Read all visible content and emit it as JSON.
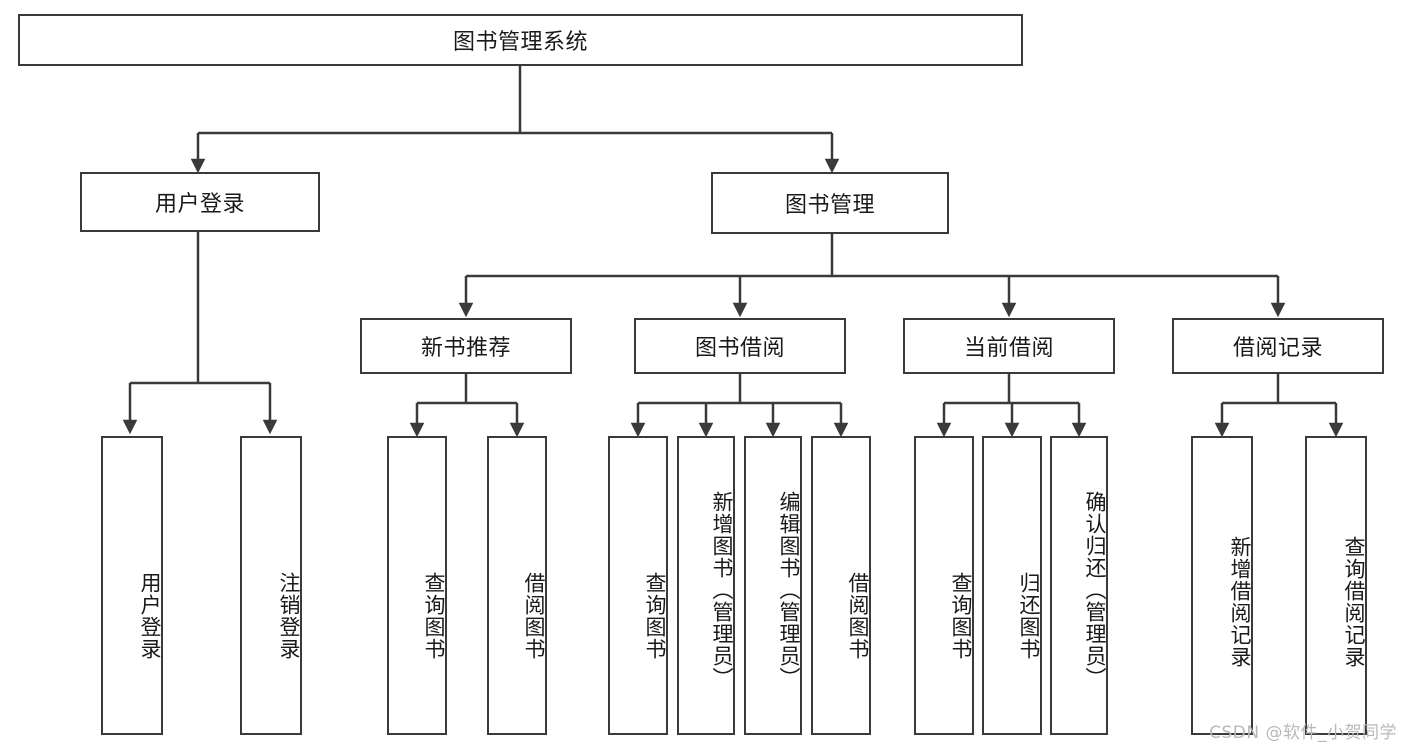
{
  "diagram": {
    "type": "tree-hierarchy",
    "title": "图书管理系统",
    "root": {
      "label": "图书管理系统"
    },
    "tier2": [
      {
        "id": "user-login",
        "label": "用户登录"
      },
      {
        "id": "book-management",
        "label": "图书管理"
      }
    ],
    "tier3": [
      {
        "id": "new-book-recommend",
        "label": "新书推荐",
        "parent": "book-management"
      },
      {
        "id": "book-borrow",
        "label": "图书借阅",
        "parent": "book-management"
      },
      {
        "id": "current-borrow",
        "label": "当前借阅",
        "parent": "book-management"
      },
      {
        "id": "borrow-record",
        "label": "借阅记录",
        "parent": "book-management"
      }
    ],
    "leaves": [
      {
        "id": "leaf-user-login",
        "label": "用户登录",
        "parent": "user-login"
      },
      {
        "id": "leaf-user-logout",
        "label": "注销登录",
        "parent": "user-login"
      },
      {
        "id": "leaf-query-book-1",
        "label": "查询图书",
        "parent": "new-book-recommend"
      },
      {
        "id": "leaf-borrow-book-1",
        "label": "借阅图书",
        "parent": "new-book-recommend"
      },
      {
        "id": "leaf-query-book-2",
        "label": "查询图书",
        "parent": "book-borrow"
      },
      {
        "id": "leaf-add-book",
        "label": "新增图书（管理员）",
        "parent": "book-borrow"
      },
      {
        "id": "leaf-edit-book",
        "label": "编辑图书（管理员）",
        "parent": "book-borrow"
      },
      {
        "id": "leaf-borrow-book-2",
        "label": "借阅图书",
        "parent": "book-borrow"
      },
      {
        "id": "leaf-query-book-3",
        "label": "查询图书",
        "parent": "current-borrow"
      },
      {
        "id": "leaf-return-book",
        "label": "归还图书",
        "parent": "current-borrow"
      },
      {
        "id": "leaf-confirm-return",
        "label": "确认归还（管理员）",
        "parent": "current-borrow"
      },
      {
        "id": "leaf-add-record",
        "label": "新增借阅记录",
        "parent": "borrow-record"
      },
      {
        "id": "leaf-query-record",
        "label": "查询借阅记录",
        "parent": "borrow-record"
      }
    ],
    "colors": {
      "stroke": "#3a3a3a",
      "fill": "#ffffff",
      "text": "#1a1a1a",
      "watermark": "#b9b9b9"
    }
  },
  "watermark": {
    "text": "CSDN @软件_小贺同学"
  }
}
